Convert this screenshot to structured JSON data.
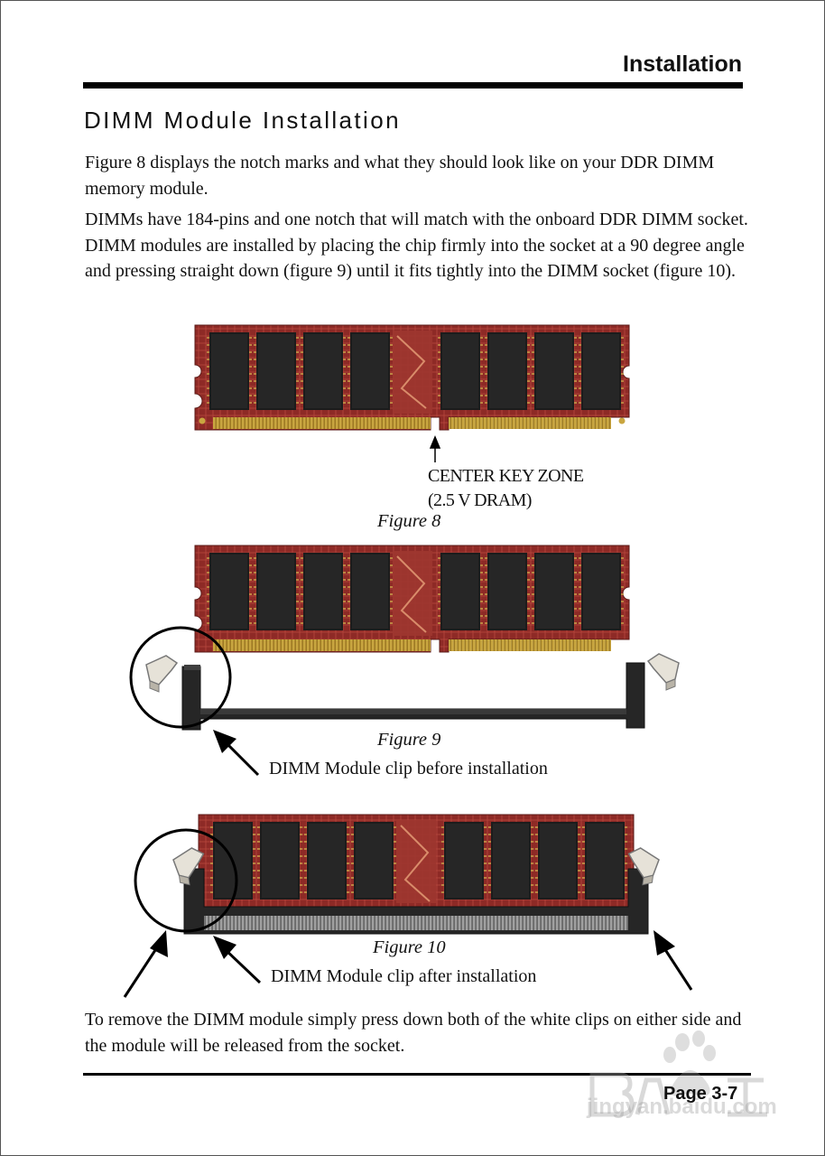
{
  "header": {
    "section_title": "Installation"
  },
  "heading": "DIMM Module Installation",
  "paragraphs": {
    "p1": "Figure 8 displays the notch marks and what they should look like on your DDR DIMM memory module.",
    "p2": "DIMMs have 184-pins and one notch that will match with the onboard DDR DIMM socket.  DIMM modules are installed by placing the chip firmly into the socket at a 90 degree angle and pressing straight down (figure 9) until it fits tightly into the DIMM socket (figure 10).",
    "p3": "To remove the DIMM module simply press down both of the white clips on either side and the module will be released from the socket."
  },
  "figures": {
    "fig8": {
      "key_line1": "CENTER KEY ZONE",
      "key_line2": "(2.5 V DRAM)",
      "caption": "Figure 8"
    },
    "fig9": {
      "caption": "Figure 9",
      "label": "DIMM Module clip before installation"
    },
    "fig10": {
      "caption": "Figure 10",
      "label": "DIMM Module clip after installation"
    }
  },
  "footer": {
    "page_number": "Page 3-7"
  },
  "watermark": {
    "text": "jingyan.baidu.com"
  },
  "colors": {
    "pcb": "#8e2a26",
    "chip": "#1c1c1c",
    "gold": "#c9a640",
    "socket": "#262626",
    "clip": "#e6e2d8"
  }
}
